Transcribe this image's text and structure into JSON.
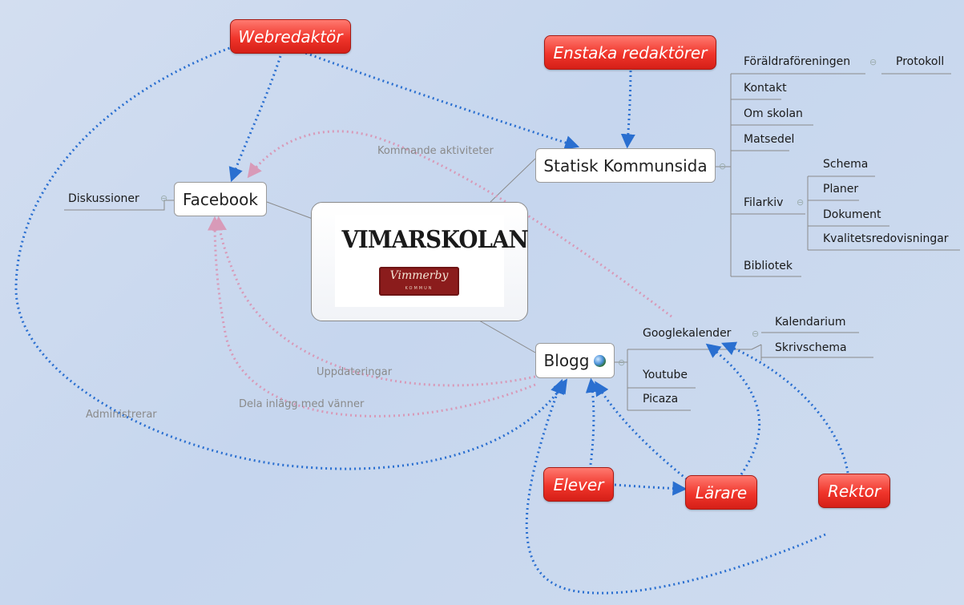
{
  "center": {
    "logo_title": "VIMARSKOLAN",
    "logo_badge": "Vimmerby",
    "logo_badge_small": "KOMMUN"
  },
  "nodes": {
    "facebook": "Facebook",
    "statisk": "Statisk Kommunsida",
    "blogg": "Blogg"
  },
  "roles": {
    "webredaktor": "Webredaktör",
    "enstaka": "Enstaka redaktörer",
    "elever": "Elever",
    "larare": "Lärare",
    "rektor": "Rektor"
  },
  "facebook_children": [
    "Diskussioner"
  ],
  "statisk_children": {
    "foraldraforeningen": "Föräldraföreningen",
    "protokoll": "Protokoll",
    "kontakt": "Kontakt",
    "om_skolan": "Om skolan",
    "matsedel": "Matsedel",
    "filarkiv": "Filarkiv",
    "filarkiv_children": [
      "Schema",
      "Planer",
      "Dokument",
      "Kvalitetsredovisningar"
    ],
    "bibliotek": "Bibliotek"
  },
  "blogg_children": {
    "googlekalender": "Googlekalender",
    "googlekalender_children": [
      "Kalendarium",
      "Skrivschema"
    ],
    "youtube": "Youtube",
    "picaza": "Picaza"
  },
  "relationship_labels": {
    "kommande": "Kommande aktiviteter",
    "uppdateringar": "Uppdateringar",
    "dela": "Dela inlägg med vänner",
    "administrerar": "Administrerar"
  },
  "colors": {
    "background": "#c9d8ee",
    "role_red": "#f0352b",
    "blue_link": "#2a6fd0",
    "pink_link": "#d89ab8",
    "branch_line": "#8a8a8a"
  }
}
